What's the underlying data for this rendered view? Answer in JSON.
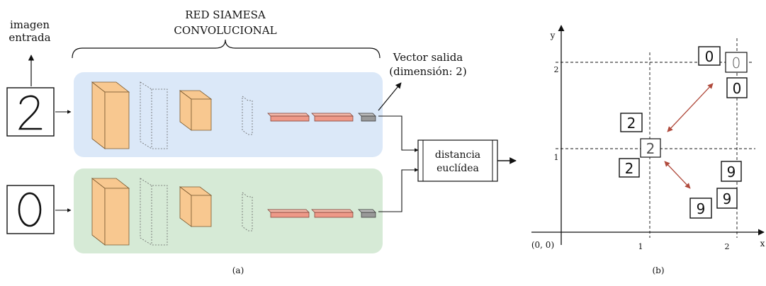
{
  "panel_a": {
    "input_label_line1": "imagen",
    "input_label_line2": "entrada",
    "network_title_line1": "RED SIAMESA",
    "network_title_line2": "CONVOLUCIONAL",
    "output_label_line1": "Vector salida",
    "output_label_line2": "(dimensión: 2)",
    "distance_line1": "distancia",
    "distance_line2": "euclídea",
    "input_digit_top": "2",
    "input_digit_bottom": "0",
    "caption": "(a)",
    "colors": {
      "top_band": "#dbe8f8",
      "bottom_band": "#d6ead6",
      "conv_block": "#f8c890",
      "dense_layer": "#ee9988",
      "output_layer": "#999999"
    }
  },
  "panel_b": {
    "axis_x": "x",
    "axis_y": "y",
    "origin": "(0, 0)",
    "x_tick_1": "1",
    "x_tick_2": "2",
    "y_tick_1": "1",
    "y_tick_2": "2",
    "digits": [
      "0",
      "0",
      "0",
      "2",
      "2",
      "2",
      "9",
      "9",
      "9"
    ],
    "caption": "(b)",
    "colors": {
      "arrow": "#b04a3c"
    }
  }
}
